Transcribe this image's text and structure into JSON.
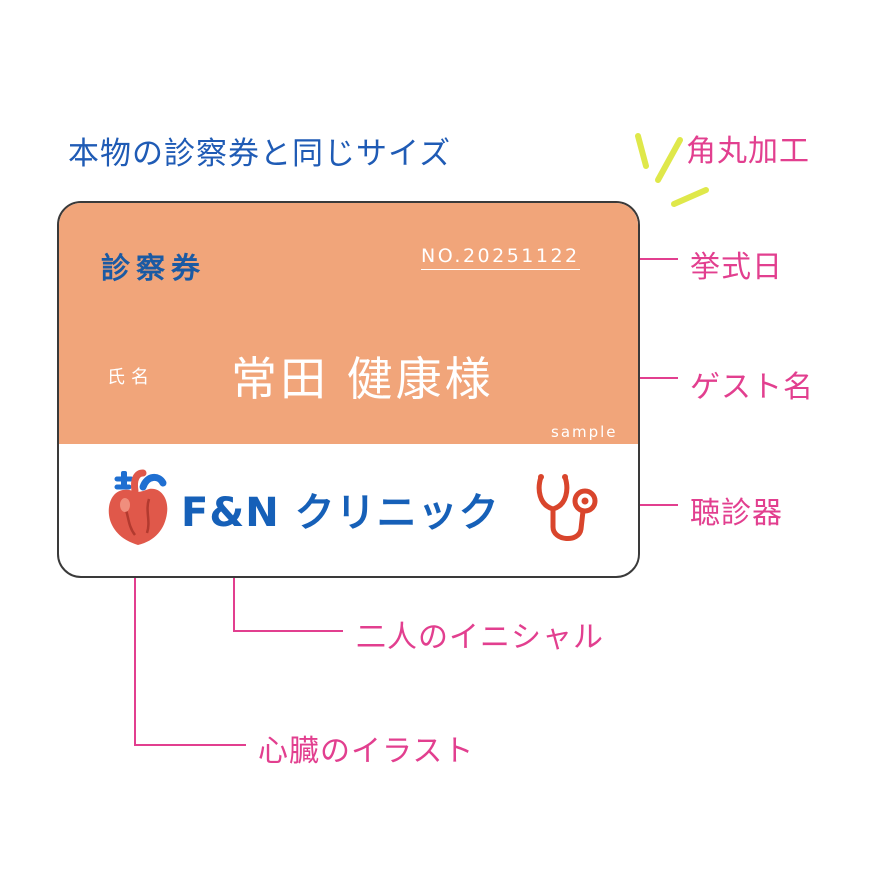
{
  "annotations": {
    "heading": "本物の診察券と同じサイズ",
    "rounded_corners": "角丸加工",
    "wedding_date": "挙式日",
    "guest_name": "ゲスト名",
    "stethoscope": "聴診器",
    "initials": "二人のイニシャル",
    "heart_illustration": "心臓のイラスト"
  },
  "card": {
    "title": "診察券",
    "number": "NO.20251122",
    "name_label": "氏名",
    "name_value": "常田 健康様",
    "sample_label": "sample",
    "clinic_name": "F&N クリニック"
  },
  "icons": {
    "heart": "heart-icon",
    "stethoscope": "stethoscope-icon"
  },
  "colors": {
    "card_top": "#f1a57a",
    "title_blue": "#1b5aa3",
    "clinic_blue": "#1660b8",
    "annotation_pink": "#e23f8f",
    "heading_blue": "#1f5bb5",
    "accent_yellow": "#dfe84a",
    "stethoscope_red": "#d9452c",
    "heart_red": "#e0584a"
  }
}
